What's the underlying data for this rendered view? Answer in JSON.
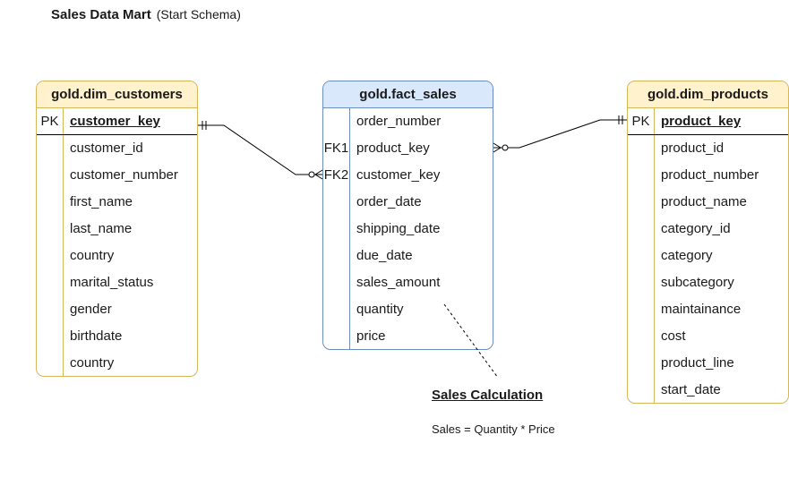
{
  "page": {
    "title": "Sales Data Mart",
    "subtitle": "(Start Schema)"
  },
  "tables": {
    "customers": {
      "name": "gold.dim_customers",
      "pk": {
        "key": "PK",
        "field": "customer_key"
      },
      "fields": [
        "customer_id",
        "customer_number",
        "first_name",
        "last_name",
        "country",
        "marital_status",
        "gender",
        "birthdate",
        "country"
      ]
    },
    "fact": {
      "name": "gold.fact_sales",
      "fields": [
        {
          "key": "",
          "field": "order_number"
        },
        {
          "key": "FK1",
          "field": "product_key"
        },
        {
          "key": "FK2",
          "field": "customer_key"
        },
        {
          "key": "",
          "field": "order_date"
        },
        {
          "key": "",
          "field": "shipping_date"
        },
        {
          "key": "",
          "field": "due_date"
        },
        {
          "key": "",
          "field": "sales_amount"
        },
        {
          "key": "",
          "field": "quantity"
        },
        {
          "key": "",
          "field": "price"
        }
      ]
    },
    "products": {
      "name": "gold.dim_products",
      "pk": {
        "key": "PK",
        "field": "product_key"
      },
      "fields": [
        "product_id",
        "product_number",
        "product_name",
        "category_id",
        "category",
        "subcategory",
        "maintainance",
        "cost",
        "product_line",
        "start_date"
      ]
    }
  },
  "note": {
    "title": "Sales Calculation",
    "body": "Sales = Quantity * Price"
  },
  "colors": {
    "dim_fill": "#fff2cc",
    "dim_border": "#d6b656",
    "fact_fill": "#dae8fc",
    "fact_border": "#6c8ebf"
  }
}
